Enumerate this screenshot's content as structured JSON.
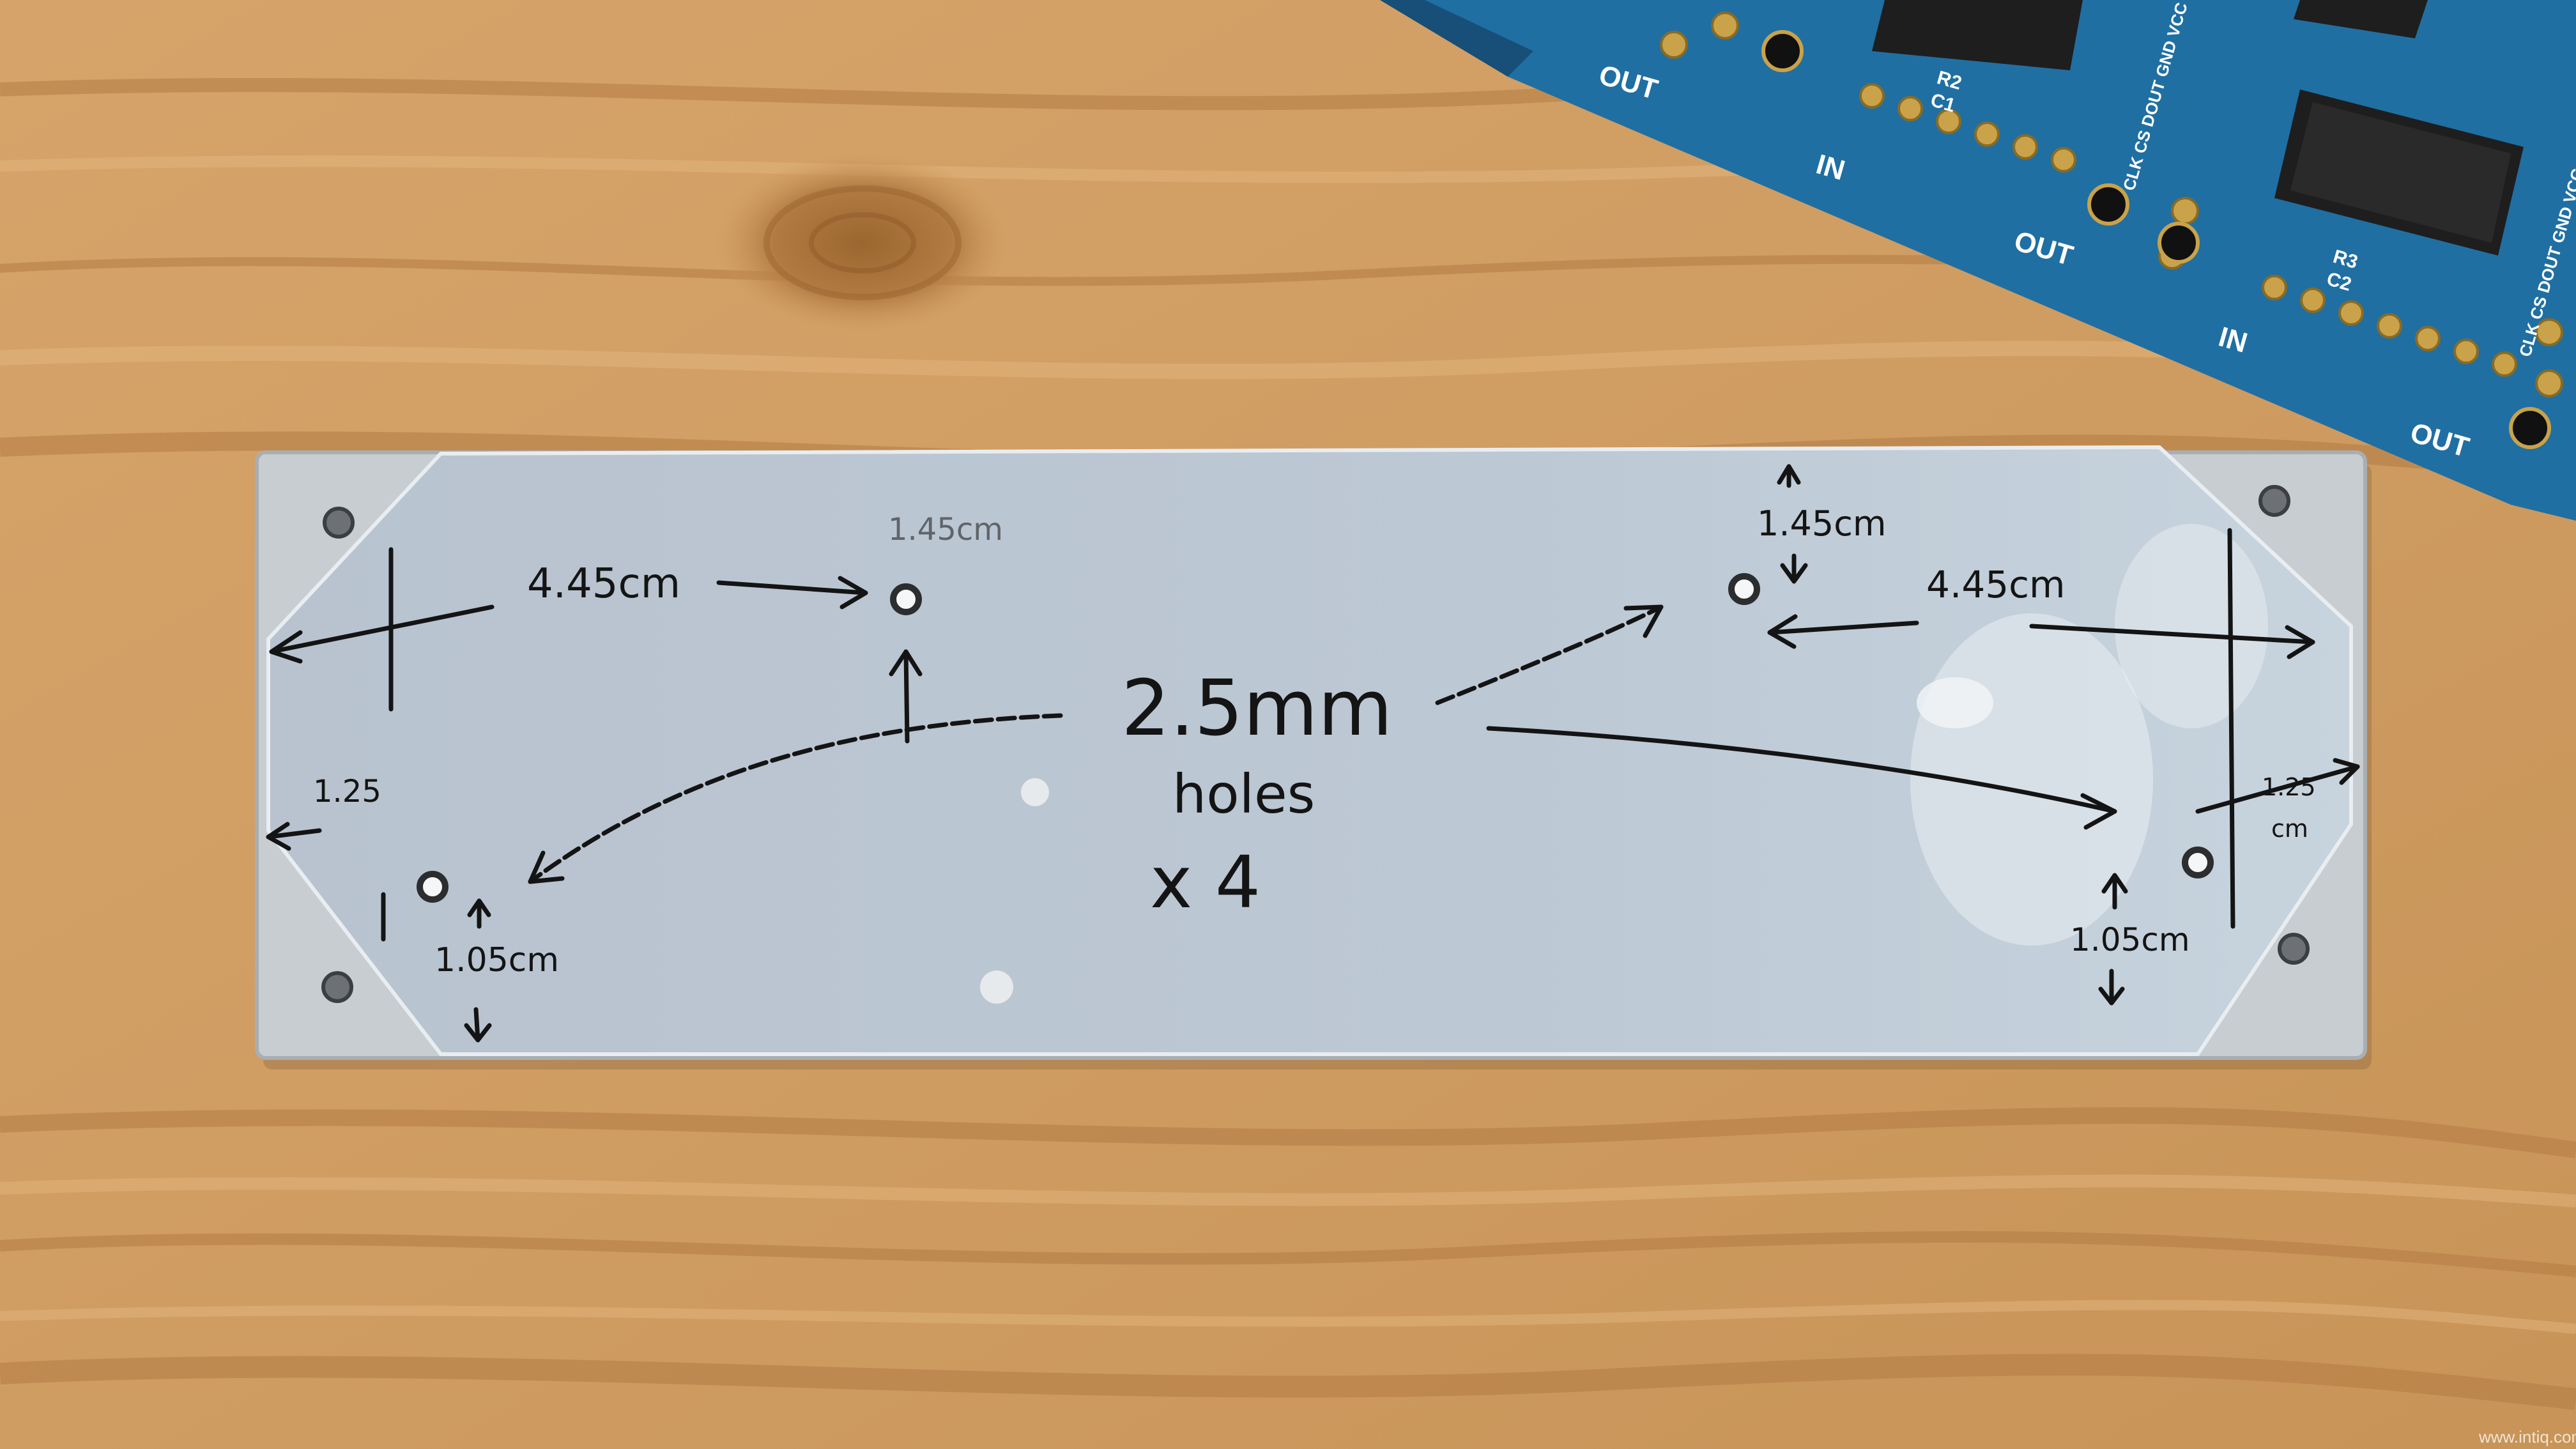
{
  "photo": {
    "colors": {
      "wood_light": "#d9a86f",
      "wood_mid": "#c48f55",
      "wood_dark": "#a8743f",
      "acrylic_edge": "#c9cdd0",
      "film": "#b9c6d2",
      "pcb": "#1f6fa3",
      "pcb_dark": "#174f78",
      "ink": "#141414"
    },
    "annotations": {
      "hole_size": "2.5mm",
      "holes_word": "holes",
      "count": "x 4",
      "left_horizontal": "4.45cm",
      "right_horizontal": "4.45cm",
      "top_left_vertical": "1.45cm",
      "top_right_vertical": "1.45cm",
      "bottom_left_horizontal": "1.25",
      "bottom_left_vertical": "1.05cm",
      "bottom_right_horizontal": "1.25",
      "bottom_right_horizontal_unit": "cm",
      "bottom_right_vertical": "1.05cm"
    },
    "pcb_labels": {
      "out": "OUT",
      "in": "IN",
      "header_a": "CLK CS DOUT GND VCC",
      "header_b": "CLK CS DOUT GND VCC",
      "resistor": "R2",
      "capacitor": "C1",
      "resistor_b": "R3",
      "capacitor_b": "C2"
    },
    "watermark": "www.intiq.com"
  }
}
